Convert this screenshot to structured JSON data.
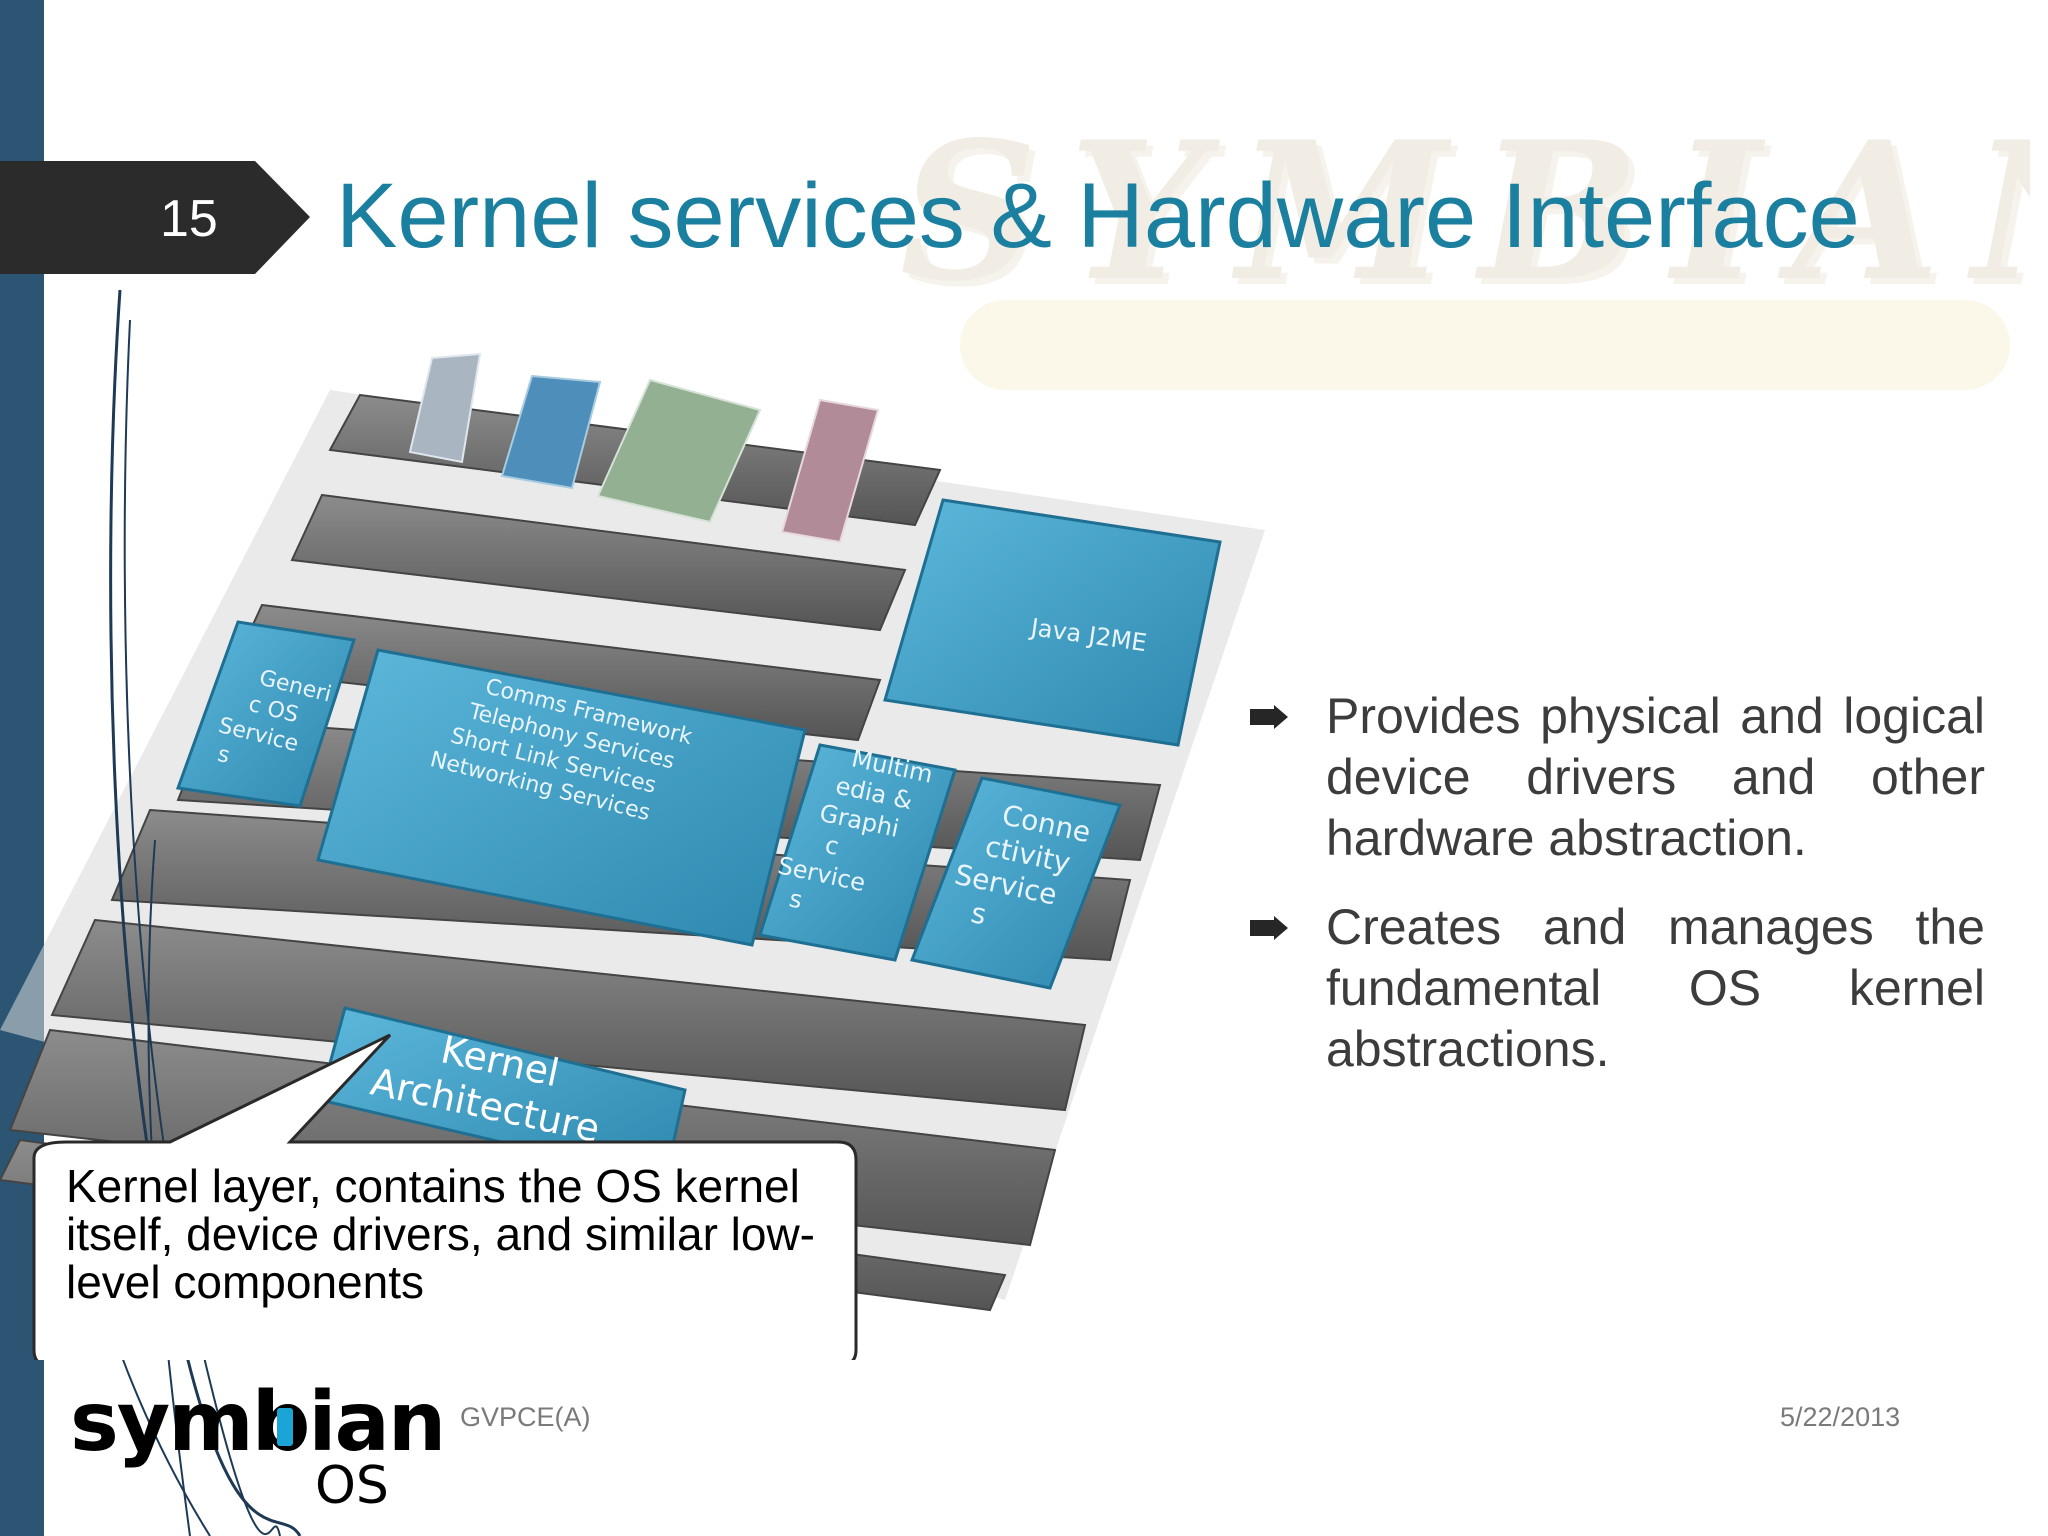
{
  "slide": {
    "number": "15",
    "title": "Kernel services & Hardware Interface",
    "watermark": "SYMBIAN"
  },
  "diagram": {
    "java": "Java J2ME",
    "generic": [
      "Generi",
      "c OS",
      "Service",
      "s"
    ],
    "comms": [
      "Comms Framework",
      "Telephony Services",
      "Short Link Services",
      "Networking Services"
    ],
    "multimedia": [
      "Multim",
      "edia &",
      "Graphi",
      "c",
      "Service",
      "s"
    ],
    "connectivity": [
      "Conne",
      "ctivity",
      "Service",
      "s"
    ],
    "kernel": [
      "Kernel",
      "Architecture"
    ]
  },
  "bullets": [
    "Provides physical and logical device drivers and other hardware abstraction.",
    "Creates and manages the fundamental OS kernel abstractions."
  ],
  "callout": "Kernel layer, contains the OS kernel itself, device drivers, and similar low-level components",
  "footer": {
    "organization": "GVPCE(A)",
    "date": "5/22/2013"
  },
  "logo": {
    "wordmark": "symbian",
    "suffix": "OS"
  },
  "colors": {
    "left_bar": "#2c5574",
    "title": "#1b7fa0",
    "block_blue": "#3f9fc6",
    "shelf_gray": "#6e6e6e",
    "logo_dot": "#1aa5d6"
  }
}
